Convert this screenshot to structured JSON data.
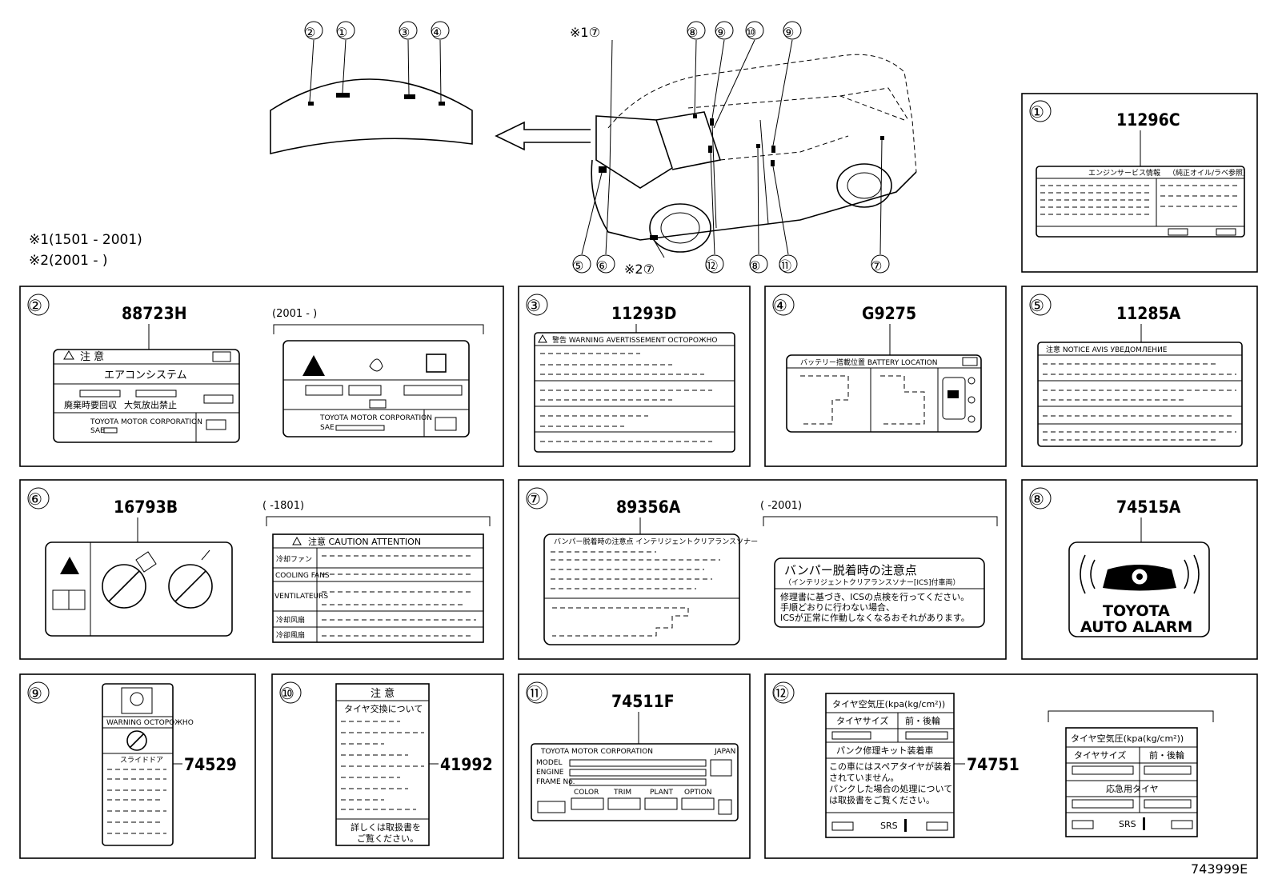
{
  "notes": {
    "n1": "※1(1501 - 2001)",
    "n2": "※2(2001 -        )"
  },
  "diagram_id": "743999E",
  "hood_callouts": [
    "②",
    "①",
    "③",
    "④"
  ],
  "car_callouts_top": [
    "※1⑦",
    "⑧",
    "⑨",
    "⑩",
    "⑨"
  ],
  "car_callouts_bottom": [
    "⑤",
    "⑥",
    "※2⑦",
    "⑫",
    "⑧",
    "⑪",
    "⑦"
  ],
  "panels": {
    "p1": {
      "num": "①",
      "part": "11296C",
      "head": "エンジンサービス情報",
      "head2": "（純正オイル/ラベ参照）"
    },
    "p2": {
      "num": "②",
      "part": "88723H",
      "range": "(2001 -     )",
      "warn": "注 意",
      "title": "エアコンシステム",
      "t1": "廃棄時要回収",
      "t2": "大気放出禁止",
      "corp": "TOYOTA MOTOR CORPORATION",
      "sae": "SAE",
      "corp2": "TOYOTA MOTOR CORPORATION",
      "sae2": "SAE"
    },
    "p3": {
      "num": "③",
      "part": "11293D",
      "warn": "警告  WARNING  AVERTISSEMENT  OCTOPOЖНО"
    },
    "p4": {
      "num": "④",
      "part": "G9275",
      "head": "バッテリー搭載位置   BATTERY LOCATION"
    },
    "p5": {
      "num": "⑤",
      "part": "11285A",
      "warn": "注意  NOTICE  AVIS  УВЕДОМЛЕНИЕ"
    },
    "p6": {
      "num": "⑥",
      "part": "16793B",
      "range": "(      -1801)",
      "warn": "注意  CAUTION  ATTENTION",
      "rows": [
        "冷却ファン",
        "COOLING FANS",
        "VENTILATEURS",
        "冷却风扇",
        "冷卻風扇"
      ]
    },
    "p7": {
      "num": "⑦",
      "part": "89356A",
      "range": "(      -2001)",
      "head": "バンパー脱着時の注意点 インテリジェントクリアランスソナー",
      "title": "バンパー脱着時の注意点",
      "sub": "（インテリジェントクリアランスソナー[ICS]付車両）",
      "l1": "修理書に基づき、ICSの点検を行ってください。",
      "l2": "手順どおりに行わない場合、",
      "l3": "ICSが正常に作動しなくなるおそれがあります。"
    },
    "p8": {
      "num": "⑧",
      "part": "74515A",
      "l1": "TOYOTA",
      "l2": "AUTO ALARM"
    },
    "p9": {
      "num": "⑨",
      "part": "74529",
      "warn": "WARNING OCTOPOЖНО",
      "slide": "スライドドア"
    },
    "p10": {
      "num": "⑩",
      "part": "41992",
      "warn": "注 意",
      "title": "タイヤ交換について",
      "foot1": "詳しくは取扱書を",
      "foot2": "ご覧ください。"
    },
    "p11": {
      "num": "⑪",
      "part": "74511F",
      "corp": "TOYOTA MOTOR CORPORATION",
      "japan": "JAPAN",
      "model": "MODEL",
      "engine": "ENGINE",
      "frame": "FRAME No.",
      "color": "COLOR",
      "trim": "TRIM",
      "plant": "PLANT",
      "option": "OPTION"
    },
    "p12": {
      "num": "⑫",
      "part": "74751",
      "title": "タイヤ空気圧(kpa(kg/cm²))",
      "size": "タイヤサイズ",
      "fr": "前・後輪",
      "kit": "パンク修理キット装着車",
      "b1": "この車にはスペアタイヤが装着",
      "b2": "されていません。",
      "b3": "パンクした場合の処理について",
      "b4": "は取扱書をご覧ください。",
      "srs": "SRS",
      "title2": "タイヤ空気圧(kpa(kg/cm²))",
      "size2": "タイヤサイズ",
      "fr2": "前・後輪",
      "spare": "応急用タイヤ",
      "srs2": "SRS"
    }
  }
}
